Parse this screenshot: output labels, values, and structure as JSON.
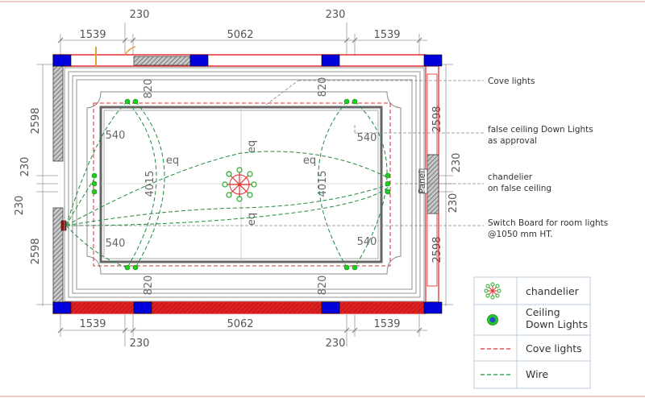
{
  "dimensions": {
    "top": [
      "1539",
      "5062",
      "1539"
    ],
    "top_offsets": [
      "230",
      "230"
    ],
    "bottom": [
      "1539",
      "5062",
      "1539"
    ],
    "bottom_offsets": [
      "230",
      "230"
    ],
    "left": [
      "2598",
      "230",
      "230",
      "2598"
    ],
    "right": [
      "2598",
      "230",
      "230",
      "2598"
    ],
    "inner_top": [
      "820",
      "820"
    ],
    "inner_bottom": [
      "820",
      "820"
    ],
    "inner_corners": [
      "540",
      "540",
      "540",
      "540"
    ],
    "inner_sides": [
      "4015",
      "4015"
    ],
    "eq": [
      "eq",
      "eq",
      "eq",
      "eq"
    ]
  },
  "panel_label": "Panel",
  "notes": [
    "Cove lights",
    "false ceiling Down Lights",
    "as approval",
    "chandelier",
    "on false ceiling",
    "Switch Board for room lights",
    "@1050 mm HT."
  ],
  "legend": [
    {
      "icon": "chandelier-icon",
      "label": [
        "chandelier"
      ]
    },
    {
      "icon": "ceiling-down-light-icon",
      "label": [
        "Ceiling",
        "Down Lights"
      ]
    },
    {
      "icon": "cove-line-icon",
      "label": [
        "Cove lights"
      ]
    },
    {
      "icon": "wire-line-icon",
      "label": [
        "Wire"
      ]
    }
  ],
  "colors": {
    "wall_red": "#e02020",
    "column_blue": "#0000dd",
    "hatch": "#555555",
    "ceiling_gray": "#888888",
    "cove_red": "#d03030",
    "wire_green": "#1f8a3a",
    "light_green": "#22cc22",
    "dimension_gray": "#777777"
  }
}
